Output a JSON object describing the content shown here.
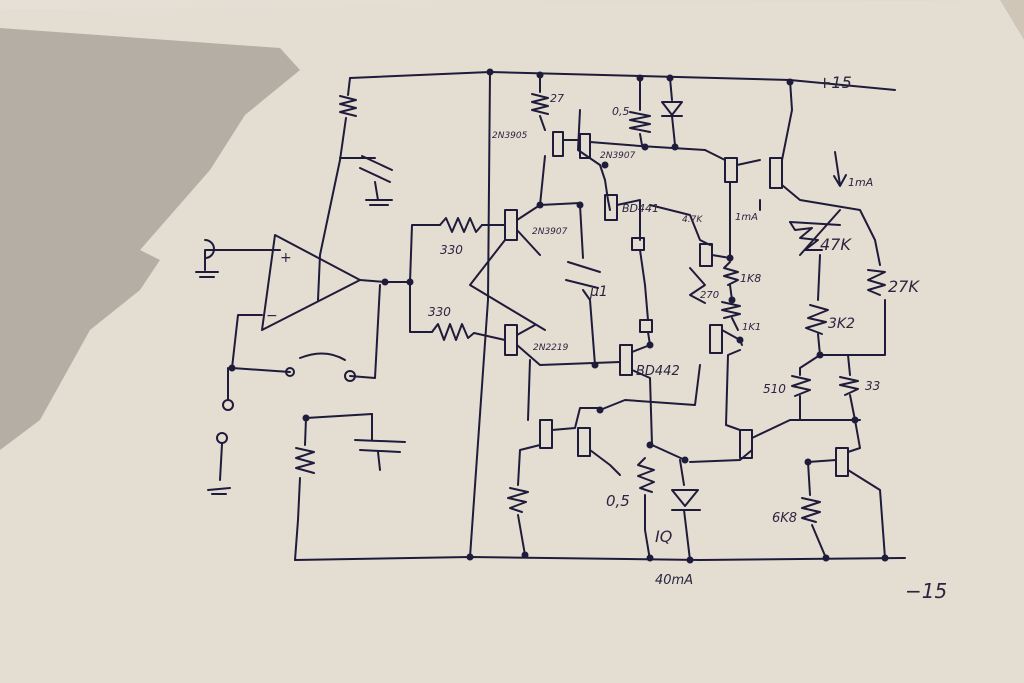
{
  "labels": {
    "vplus": "+15",
    "vminus": "−15",
    "r27": "27",
    "r05_top": "0,5",
    "r05_bot": "0,5",
    "q_2n3905": "2N3905",
    "q_2n3907": "2N3907",
    "q_2n3907_b": "2N3907",
    "q_2n2219": "2N2219",
    "bd441": "BD441",
    "bd442": "BD442",
    "r330_a": "330",
    "r330_b": "330",
    "c_u1": "μ1",
    "i_1ma_right": "1mA",
    "i_1ma_mid": "1mA",
    "r4k7": "4.7K",
    "r47k": "47K",
    "r27k": "27K",
    "r3k2": "3K2",
    "r1k8": "1K8",
    "r1k1": "1K1",
    "r270": "270",
    "r510": "510",
    "r33": "33",
    "r6k8": "6K8",
    "iq": "IQ",
    "i_40ma": "40mA",
    "plus": "+",
    "minus": "−"
  }
}
